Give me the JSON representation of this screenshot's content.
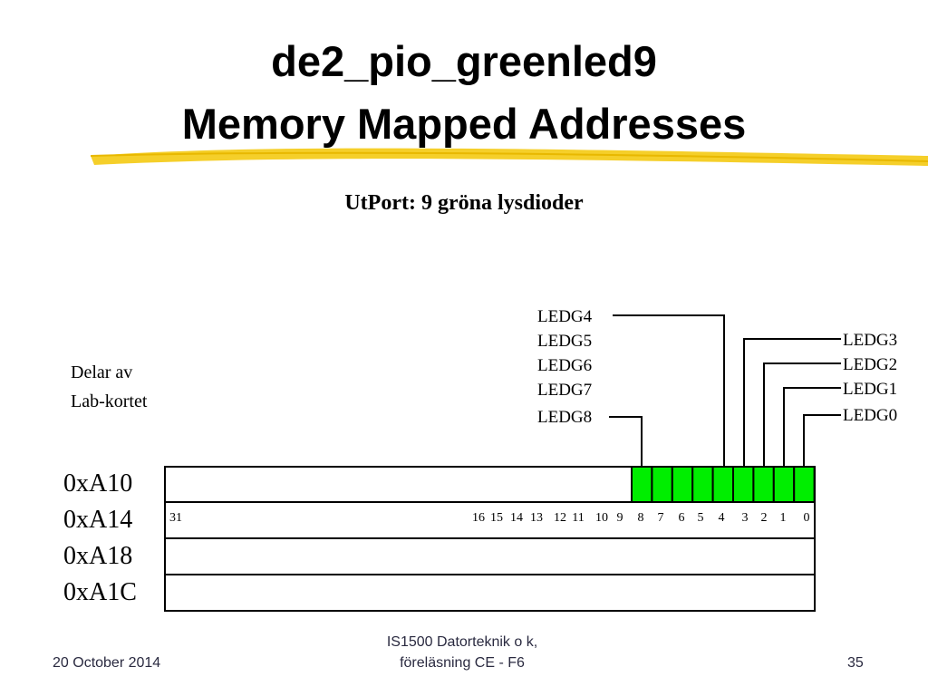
{
  "title": {
    "line1": "de2_pio_greenled9",
    "line2": "Memory Mapped Addresses"
  },
  "subtitle": "UtPort: 9 gröna lysdioder",
  "caption": {
    "line1": "Delar av",
    "line2": "Lab-kortet"
  },
  "addresses": [
    "0xA10",
    "0xA14",
    "0xA18",
    "0xA1C"
  ],
  "bit_labels": {
    "msb": "31",
    "numbers": [
      "16",
      "15",
      "14",
      "13",
      "12",
      "11",
      "10",
      "9",
      "8",
      "7",
      "6",
      "5",
      "4",
      "3",
      "2",
      "1",
      "0"
    ]
  },
  "leds_left": [
    "LEDG4",
    "LEDG5",
    "LEDG6",
    "LEDG7",
    "LEDG8"
  ],
  "leds_right": [
    "LEDG3",
    "LEDG2",
    "LEDG1",
    "LEDG0"
  ],
  "colors": {
    "led_green": "#00ee00",
    "accent_yellow": "#f2c200"
  },
  "footer": {
    "date": "20 October 2014",
    "course_line1": "IS1500 Datorteknik o k,",
    "course_line2": "föreläsning CE - F6",
    "page": "35"
  }
}
